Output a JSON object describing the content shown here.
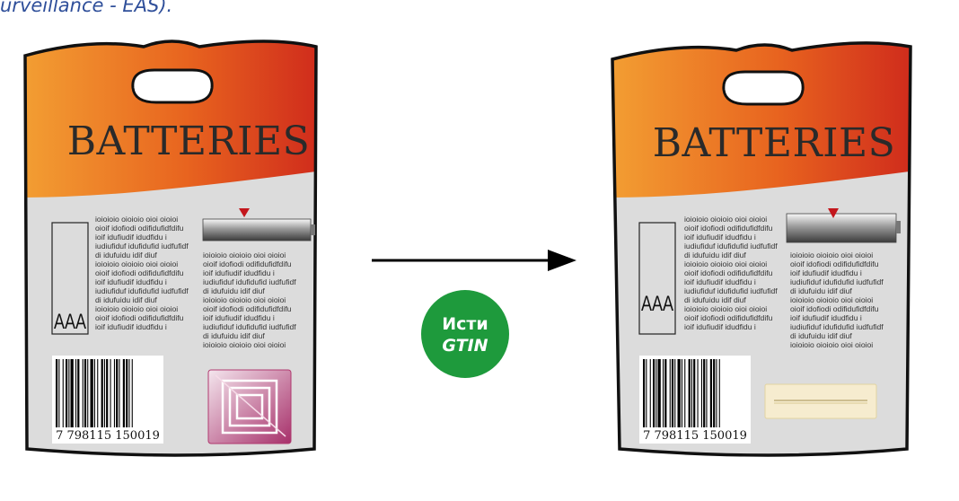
{
  "caption": "urveillance - EAS).",
  "left_package": {
    "title": "BATTERIES",
    "size_label": "AAA",
    "barcode_number": "7 798115 150019",
    "text_col1": [
      "ioioioio oioioio oioi oioioi",
      "oioif idofiodi odifidufidfdifu",
      "ioif idufiudif idudfidu i",
      "iudiufiduf idufidufid iudfufidf",
      "di idufuidu idif diuf",
      "ioioioio oioioio oioi oioioi",
      "oioif idofiodi odifidufidfdifu",
      "ioif idufiudif idudfidu i",
      "iudiufiduf idufidufid iudfufidf",
      "di idufuidu idif diuf",
      "ioioioio oioioio oioi oioioi",
      "oioif idofiodi odifidufidfdifu",
      "ioif idufiudif idudfidu i"
    ],
    "text_col2": [
      "ioioioio oioioio oioi oioioi",
      "oioif idofiodi odifidufidfdifu",
      "ioif idufiudif idudfidu i",
      "iudiufiduf idufidufid iudfufidf",
      "di idufuidu idif diuf",
      "ioioioio oioioio oioi oioioi",
      "oioif idofiodi odifidufidfdifu",
      "ioif idufiudif idudfidu i",
      "iudiufiduf idufidufid iudfufidf",
      "di idufuidu idif diuf",
      "ioioioio oioioio oioi oioioi"
    ],
    "tag": "rf-eas-label"
  },
  "right_package": {
    "title": "BATTERIES",
    "size_label": "AAA",
    "barcode_number": "7 798115 150019",
    "text_col1": [
      "ioioioio oioioio oioi oioioi",
      "oioif idofiodi odifidufidfdifu",
      "ioif idufiudif idudfidu i",
      "iudiufiduf idufidufid iudfufidf",
      "di idufuidu idif diuf",
      "ioioioio oioioio oioi oioioi",
      "oioif idofiodi odifidufidfdifu",
      "ioif idufiudif idudfidu i",
      "iudiufiduf idufidufid iudfufidf",
      "di idufuidu idif diuf",
      "ioioioio oioioio oioi oioioi",
      "oioif idofiodi odifidufidfdifu",
      "ioif idufiudif idudfidu i"
    ],
    "text_col2": [
      "ioioioio oioioio oioi oioioi",
      "oioif idofiodi odifidufidfdifu",
      "ioif idufiudif idudfidu i",
      "iudiufiduf idufidufid iudfufidf",
      "di idufuidu idif diuf",
      "ioioioio oioioio oioi oioioi",
      "oioif idofiodi odifidufidfdifu",
      "ioif idufiudif idudfidu i",
      "iudiufiduf idufidufid iudfufidf",
      "di idufuidu idif diuf",
      "ioioioio oioioio oioi oioioi"
    ],
    "tag": "am-eas-label"
  },
  "stamp": {
    "line1": "Исти",
    "line2": "GTIN",
    "color": "#1e9a3c"
  },
  "colors": {
    "header_orange": "#f0902a",
    "header_red": "#d8321e",
    "card_gray": "#dcdcdc",
    "caption_blue": "#2f4f9a"
  }
}
